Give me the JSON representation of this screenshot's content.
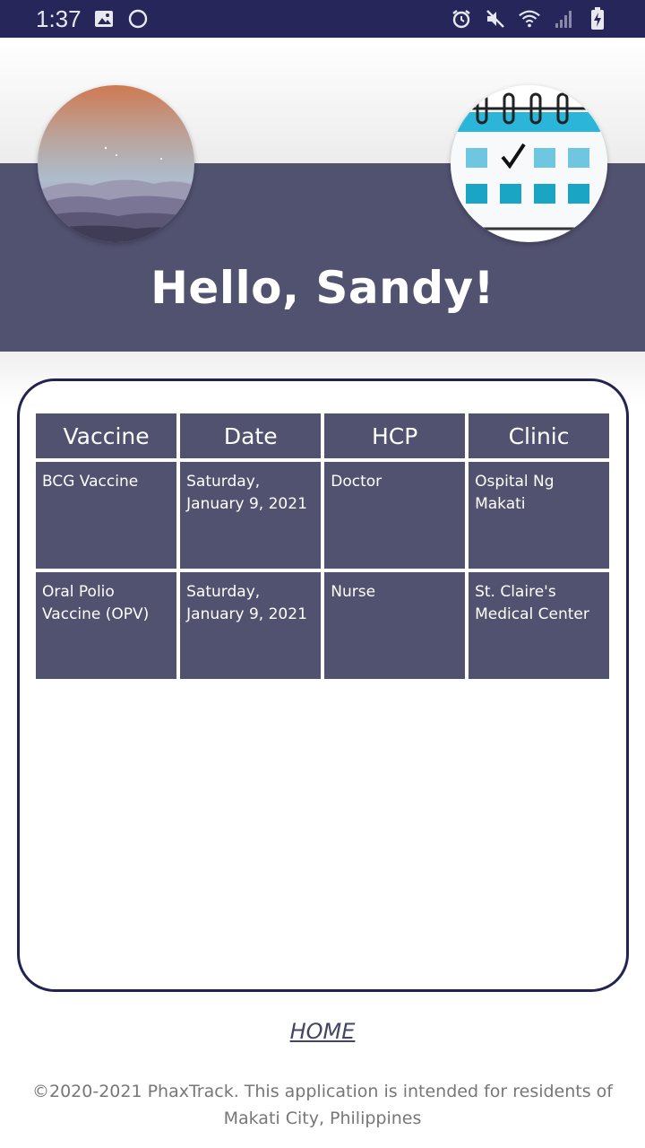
{
  "status_bar": {
    "time": "1:37",
    "left_icons": [
      "image-icon",
      "circle-icon"
    ],
    "right_icons": [
      "alarm-icon",
      "mute-icon",
      "wifi-icon",
      "signal-icon",
      "battery-charging-icon"
    ]
  },
  "header": {
    "greeting": "Hello, Sandy!",
    "band_color": "#515170"
  },
  "table": {
    "headers": [
      "Vaccine",
      "Date",
      "HCP",
      "Clinic"
    ],
    "rows": [
      {
        "vaccine": "BCG Vaccine",
        "date": "Saturday, January 9, 2021",
        "hcp": "Doctor",
        "clinic": "Ospital Ng Makati"
      },
      {
        "vaccine": "Oral Polio Vaccine (OPV)",
        "date": "Saturday, January 9, 2021",
        "hcp": "Nurse",
        "clinic": "St. Claire's Medical Center"
      }
    ]
  },
  "nav": {
    "home_label": "HOME"
  },
  "footer": {
    "text": "©2020-2021 PhaxTrack. This application is intended for residents of Makati City, Philippines"
  },
  "colors": {
    "status_bar": "#26265a",
    "accent": "#515170",
    "card_border": "#23234f"
  }
}
